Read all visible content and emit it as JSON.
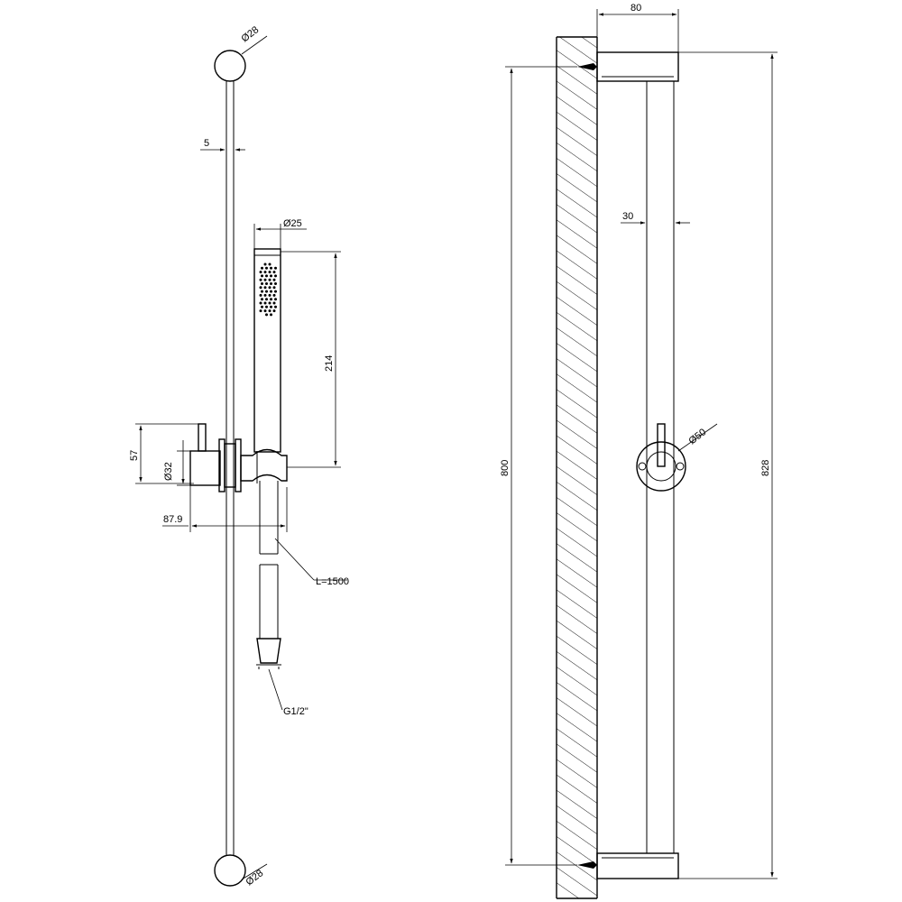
{
  "front_view": {
    "top_bracket_diameter": "Ø28",
    "bottom_bracket_diameter": "Ø28",
    "bar_width": "5",
    "handshower_diameter": "Ø25",
    "handshower_length": "214",
    "holder_height": "57",
    "holder_diameter": "Ø32",
    "holder_projection": "87.9",
    "hose_length": "L=1500",
    "hose_connection": "G1/2\""
  },
  "side_view": {
    "projection": "80",
    "bar_depth": "30",
    "slider_diameter": "Ø50",
    "bracket_spacing": "800",
    "overall_height": "828"
  }
}
